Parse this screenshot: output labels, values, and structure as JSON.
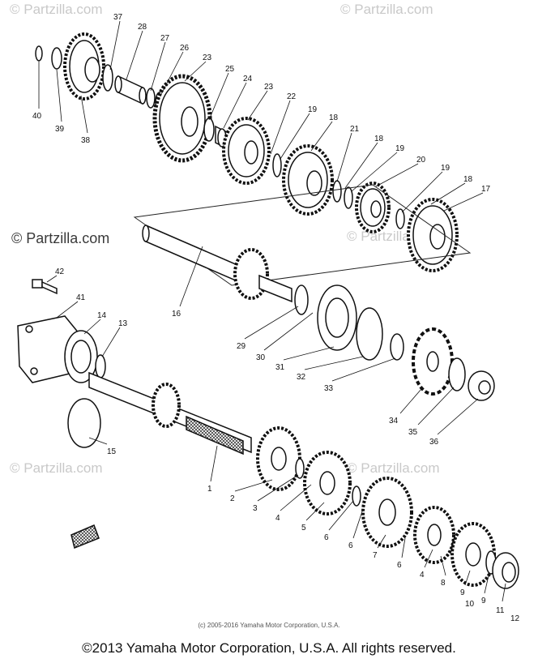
{
  "watermarks": {
    "top_left": "© Partzilla.com",
    "top_right": "© Partzilla.com",
    "middle_left": "© Partzilla.com",
    "middle_right": "© Partzilla.com",
    "bottom_left": "© Partzilla.com",
    "bottom_right": "© Partzilla.com"
  },
  "diagram_copyright": "(c) 2005-2016 Yamaha Motor Corporation, U.S.A.",
  "page_copyright": "©2013 Yamaha Motor Corporation, U.S.A. All rights reserved.",
  "callouts": {
    "c37": "37",
    "c28": "28",
    "c27": "27",
    "c26": "26",
    "c23a": "23",
    "c25": "25",
    "c24": "24",
    "c23b": "23",
    "c22": "22",
    "c19a": "19",
    "c18a": "18",
    "c21": "21",
    "c18b": "18",
    "c19b": "19",
    "c20": "20",
    "c19c": "19",
    "c18c": "18",
    "c17": "17",
    "c40": "40",
    "c39": "39",
    "c38": "38",
    "c16": "16",
    "c29": "29",
    "c30": "30",
    "c31": "31",
    "c32": "32",
    "c33": "33",
    "c34": "34",
    "c35": "35",
    "c36": "36",
    "c42": "42",
    "c41": "41",
    "c14": "14",
    "c13": "13",
    "c15": "15",
    "c1": "1",
    "c2": "2",
    "c3": "3",
    "c4a": "4",
    "c5": "5",
    "c6a": "6",
    "c6b": "6",
    "c7": "7",
    "c6c": "6",
    "c4b": "4",
    "c8": "8",
    "c9a": "9",
    "c10": "10",
    "c9b": "9",
    "c11": "11",
    "c12": "12"
  }
}
